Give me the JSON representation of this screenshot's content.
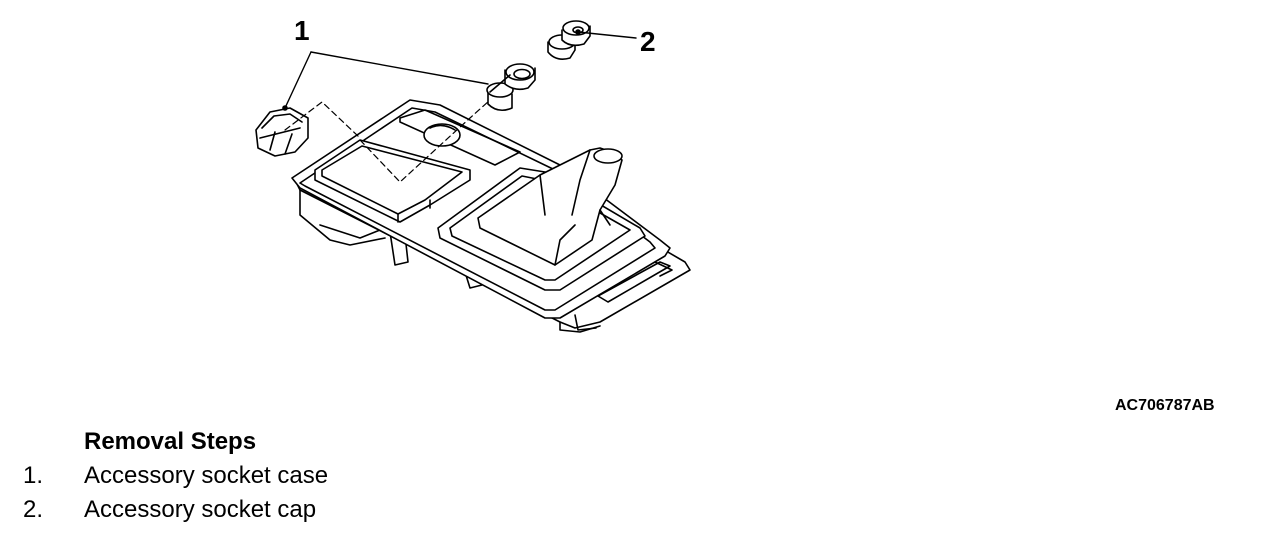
{
  "callouts": {
    "one": "1",
    "two": "2"
  },
  "figure_code": "AC706787AB",
  "removal": {
    "title": "Removal Steps",
    "steps": [
      {
        "number": "1.",
        "label": "Accessory socket case"
      },
      {
        "number": "2.",
        "label": "Accessory socket cap"
      }
    ]
  },
  "colors": {
    "line": "#000000",
    "background": "#ffffff"
  }
}
